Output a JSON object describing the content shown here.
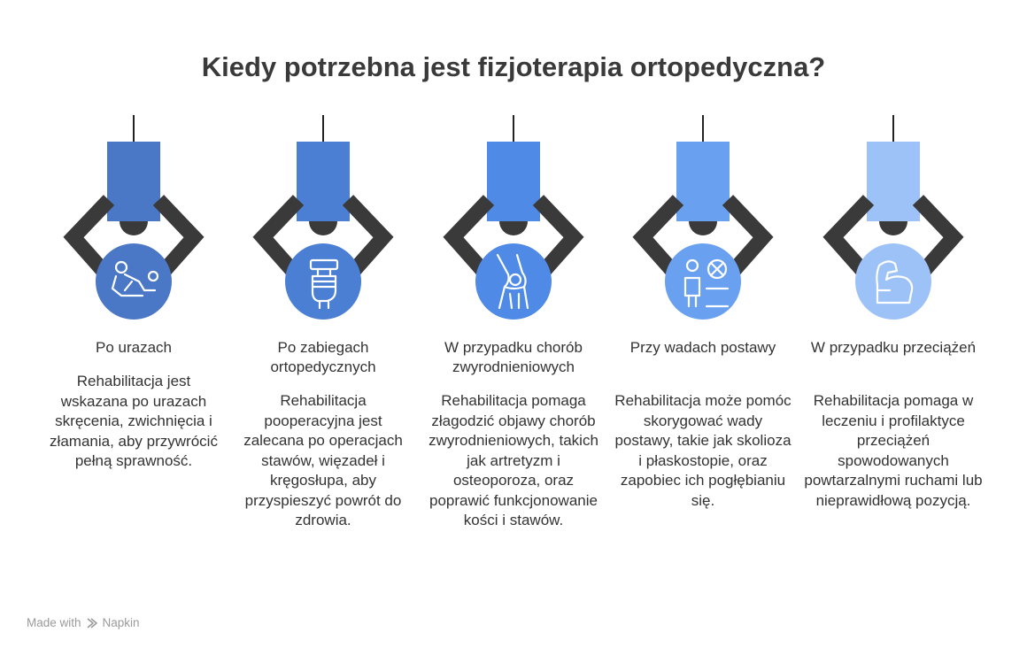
{
  "title": "Kiedy potrzebna jest fizjoterapia ortopedyczna?",
  "items": [
    {
      "heading": "Po urazach",
      "body": "Rehabilitacja jest wskazana po urazach skręcenia, zwichnięcia i złamania, aby przywrócić pełną sprawność.",
      "color": "#4a78c6",
      "icon": "injured-person-icon"
    },
    {
      "heading": "Po zabiegach ortopedycznych",
      "body": "Rehabilitacja pooperacyjna jest zalecana po operacjach stawów, więzadeł i kręgosłupa, aby przyspieszyć powrót do zdrowia.",
      "color": "#4a7fd4",
      "icon": "hand-tool-icon"
    },
    {
      "heading": "W przypadku chorób zwyrodnieniowych",
      "body": "Rehabilitacja pomaga złagodzić objawy chorób zwyrodnieniowych, takich jak artretyzm i osteoporoza, oraz poprawić funkcjonowanie kości i stawów.",
      "color": "#4f8ae6",
      "icon": "knee-joint-icon"
    },
    {
      "heading": "Przy wadach postawy",
      "body": "Rehabilitacja może pomóc skorygować wady postawy, takie jak skolioza i płaskostopie, oraz zapobiec ich pogłębianiu się.",
      "color": "#6aa0f0",
      "icon": "posture-icon"
    },
    {
      "heading": "W przypadku przeciążeń",
      "body": "Rehabilitacja pomaga w leczeniu i profilaktyce przeciążeń spowodowanych powtarzalnymi ruchami lub nieprawidłową pozycją.",
      "color": "#9cc2f8",
      "icon": "muscle-arm-icon"
    }
  ],
  "footer": {
    "made_with": "Made with",
    "brand": "Napkin",
    "icon": "napkin-logo-icon"
  }
}
